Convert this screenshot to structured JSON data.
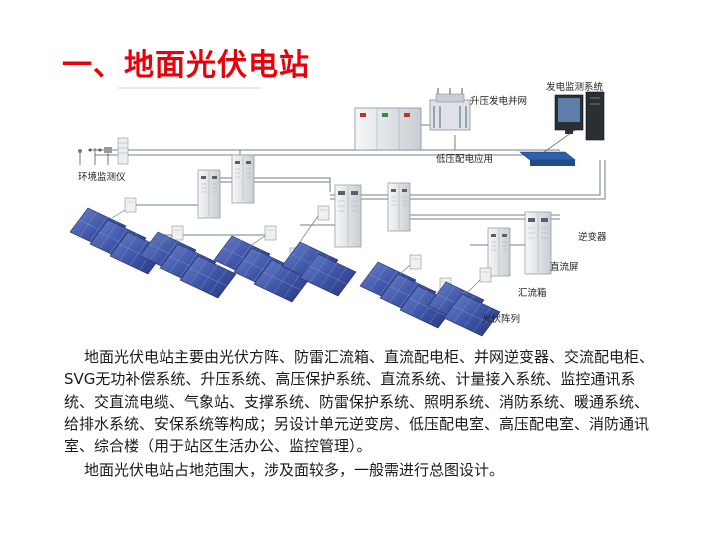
{
  "title": "一、地面光伏电站",
  "diagram": {
    "labels": {
      "env": "环境监测仪",
      "upgrid": "升压发电并网",
      "monitor": "发电监测系统",
      "lowdist": "低压配电应用",
      "inverter": "逆变器",
      "dcscreen": "直流屏",
      "combiner": "汇流箱",
      "pvarray": "光伏阵列"
    }
  },
  "body": {
    "p1": "地面光伏电站主要由光伏方阵、防雷汇流箱、直流配电柜、并网逆变器、交流配电柜、SVG无功补偿系统、升压系统、高压保护系统、直流系统、计量接入系统、监控通讯系统、交直流电缆、气象站、支撑系统、防雷保护系统、照明系统、消防系统、暖通系统、给排水系统、安保系统等构成；另设计单元逆变房、低压配电室、高压配电室、消防通讯室、综合楼（用于站区生活办公、监控管理）。",
    "p2": "地面光伏电站占地范围大，涉及面较多，一般需进行总图设计。"
  },
  "colors": {
    "title": "#e8000b",
    "panel": "#3f56a8",
    "cabinet": "#e9ecef",
    "cable": "#6f7f90"
  }
}
